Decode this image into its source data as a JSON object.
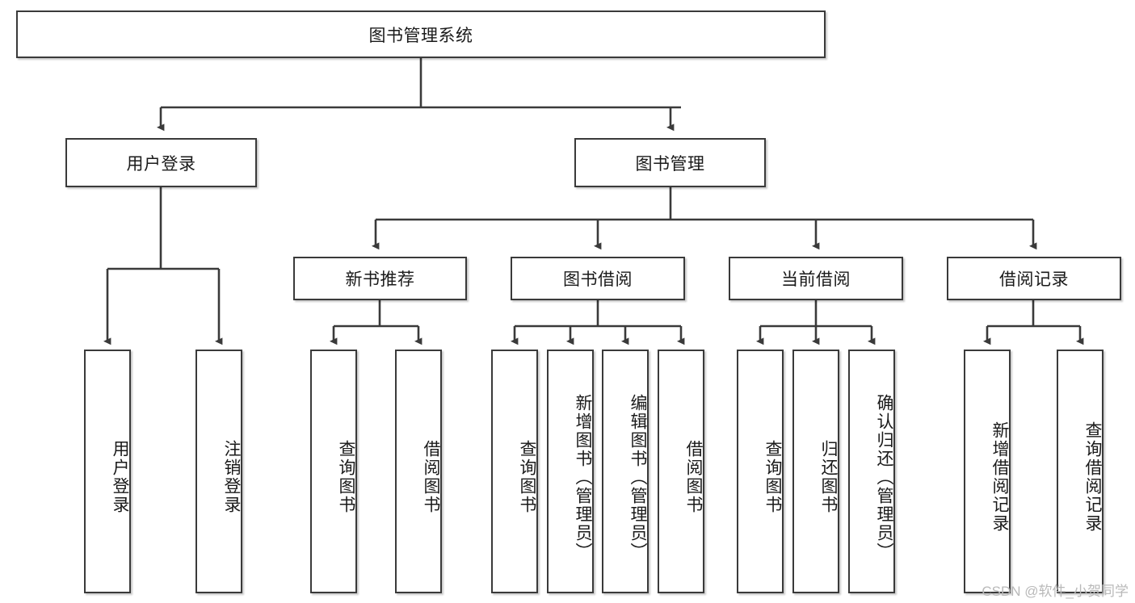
{
  "diagram": {
    "type": "tree",
    "title_text": "图书管理系统",
    "background_color": "#ffffff",
    "node_border_color": "#3a3a3a",
    "node_fill_color": "#ffffff",
    "edge_color": "#3a3a3a",
    "nodes": {
      "root": {
        "label": "图书管理系统"
      },
      "user_login": {
        "label": "用户登录"
      },
      "book_manage": {
        "label": "图书管理"
      },
      "new_book_rec": {
        "label": "新书推荐"
      },
      "book_borrow": {
        "label": "图书借阅"
      },
      "current_borrow": {
        "label": "当前借阅"
      },
      "borrow_record": {
        "label": "借阅记录"
      },
      "leaf_user_login": {
        "label": "用户登录"
      },
      "leaf_logout": {
        "label": "注销登录"
      },
      "leaf_query_book_1": {
        "label": "查询图书"
      },
      "leaf_borrow_book_1": {
        "label": "借阅图书"
      },
      "leaf_query_book_2": {
        "label": "查询图书"
      },
      "leaf_add_book": {
        "label": "新增图书（管理员）"
      },
      "leaf_edit_book": {
        "label": "编辑图书（管理员）"
      },
      "leaf_borrow_book_2": {
        "label": "借阅图书"
      },
      "leaf_query_book_3": {
        "label": "查询图书"
      },
      "leaf_return_book": {
        "label": "归还图书"
      },
      "leaf_confirm_return": {
        "label": "确认归还（管理员）"
      },
      "leaf_add_record": {
        "label": "新增借阅记录"
      },
      "leaf_query_record": {
        "label": "查询借阅记录"
      }
    }
  },
  "watermark": {
    "text": "CSDN @软件_小贺同学"
  }
}
